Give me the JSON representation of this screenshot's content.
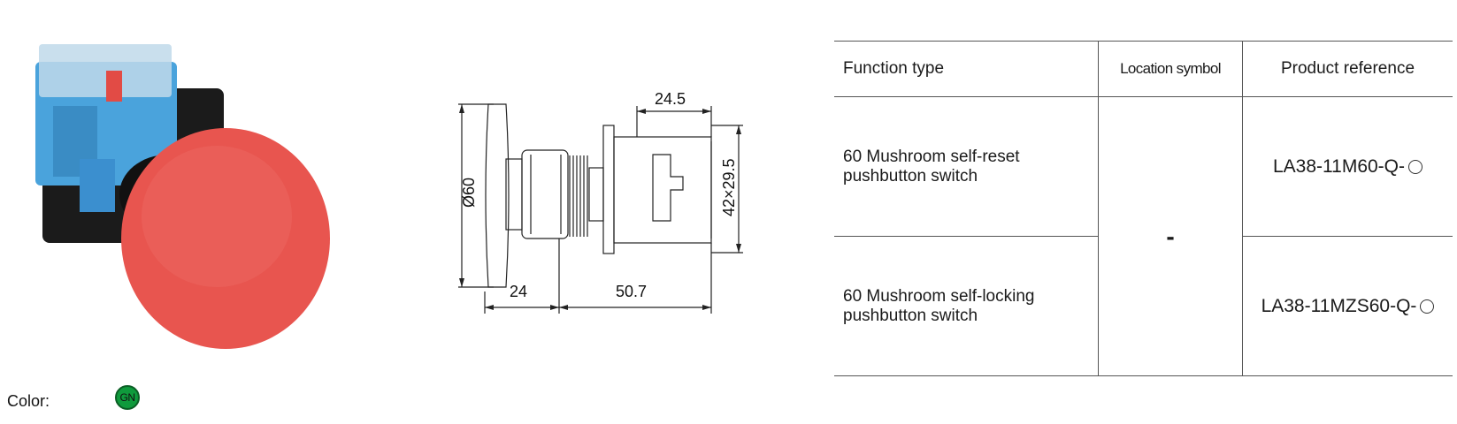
{
  "table": {
    "headers": [
      "Function type",
      "Location symbol",
      "Product reference"
    ],
    "location_symbol": "-",
    "rows": [
      {
        "function_line1": "60 Mushroom self-reset",
        "function_line2": "pushbutton switch",
        "reference": "LA38-11M60-Q-"
      },
      {
        "function_line1": "60 Mushroom self-locking",
        "function_line2": "pushbutton switch",
        "reference": "LA38-11MZS60-Q-"
      }
    ]
  },
  "drawing": {
    "dim_diameter": "Ø60",
    "dim_head_depth": "24",
    "dim_body_length": "50.7",
    "dim_block_width": "24.5",
    "dim_block_size": "42×29.5"
  },
  "color": {
    "label": "Color:",
    "code": "GN",
    "swatch": "#0f9a3c"
  },
  "photo": {
    "cap_color": "#e8554f",
    "block_color": "#4aa3dc"
  }
}
